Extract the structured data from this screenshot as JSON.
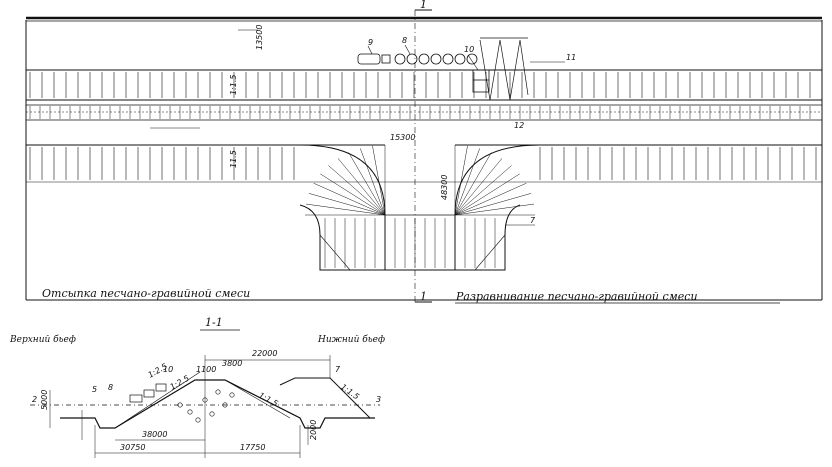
{
  "plan": {
    "section_marker": "1",
    "caption_left": "Отсыпка песчано-гравийной смеси",
    "caption_right": "Разравнивание песчано-гравийной смеси",
    "callouts": [
      "8",
      "9",
      "10",
      "11",
      "12",
      "7"
    ],
    "dimensions": {
      "top_offset": "13500",
      "gap_width": "15300",
      "ramp_length": "48300",
      "lane_a": "1:1.5",
      "lane_b": "11.5"
    }
  },
  "section": {
    "title": "1-1",
    "upstream_label": "Верхний бьеф",
    "downstream_label": "Нижний бьеф",
    "dimensions": {
      "top_width": "22000",
      "crest_small": "1100",
      "crest_small_2": "3800",
      "base_inner": "38000",
      "base_left": "30750",
      "base_right": "17750",
      "slope_up": "1:2.5",
      "slope_down_a": "1:1.5",
      "slope_down_b": "1:1.5",
      "slope_mid": "1:2.5",
      "height_left": "5000",
      "height_right": "2000"
    },
    "callouts": [
      "2",
      "3",
      "5",
      "8",
      "10",
      "7"
    ]
  }
}
